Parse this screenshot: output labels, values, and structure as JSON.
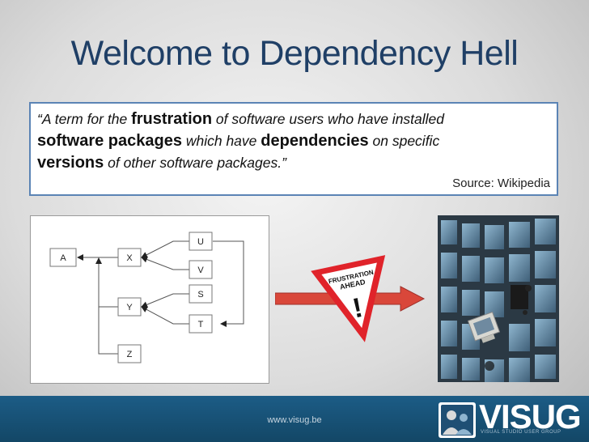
{
  "slide": {
    "title": "Welcome to Dependency Hell",
    "quote": {
      "segments": [
        {
          "text": "“A term for the ",
          "style": "italic"
        },
        {
          "text": "frustration",
          "style": "bold"
        },
        {
          "text": " of software users who have installed ",
          "style": "italic"
        },
        {
          "text": "software packages",
          "style": "bold"
        },
        {
          "text": " which have ",
          "style": "italic"
        },
        {
          "text": "dependencies",
          "style": "bold"
        },
        {
          "text": " on specific ",
          "style": "italic"
        },
        {
          "text": "versions",
          "style": "bold"
        },
        {
          "text": " of other software packages.”",
          "style": "italic"
        }
      ],
      "source": "Source: Wikipedia"
    },
    "diagram": {
      "nodes": [
        "A",
        "X",
        "U",
        "V",
        "Y",
        "S",
        "T",
        "Z"
      ]
    },
    "sign": {
      "line1": "FRUSTRATION",
      "line2": "AHEAD",
      "mark": "!",
      "colors": {
        "border": "#e0232a",
        "fill": "#ffffff",
        "arrow": "#d9473a"
      }
    }
  },
  "footer": {
    "link": "www.visug.be",
    "logo_text": "VISUG",
    "logo_sub": "VISUAL STUDIO USER GROUP"
  },
  "colors": {
    "title": "#1f3f66",
    "footer": "#1c5c86",
    "quote_border": "#5b84b5"
  }
}
